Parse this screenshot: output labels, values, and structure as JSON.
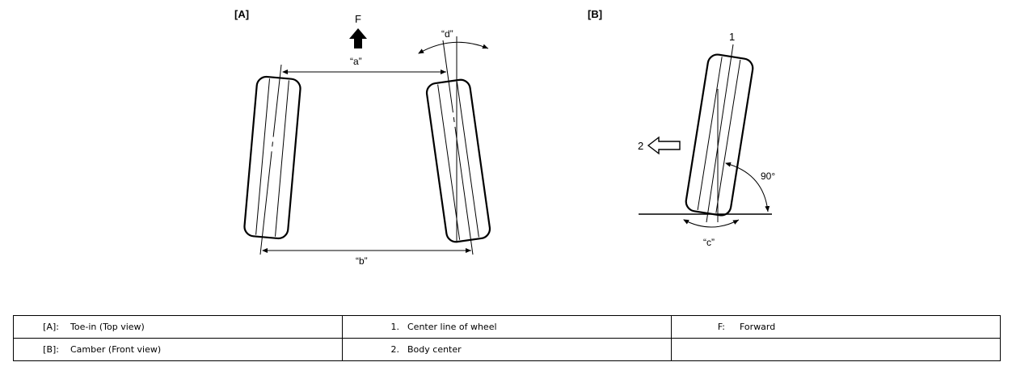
{
  "diagram": {
    "panel_a_label": "[A]",
    "panel_b_label": "[B]",
    "forward_label": "F",
    "dim_a": "“a”",
    "dim_b": "“b”",
    "dim_c": "“c”",
    "dim_d": "“d”",
    "center_line_num": "1",
    "body_center_num": "2",
    "angle_label": "90°"
  },
  "legend": {
    "rows": [
      [
        {
          "key": "[A]:",
          "text": "Toe-in (Top view)"
        },
        {
          "key": "1.",
          "text": "Center line of wheel"
        },
        {
          "key": "F:",
          "text": "Forward"
        }
      ],
      [
        {
          "key": "[B]:",
          "text": "Camber (Front view)"
        },
        {
          "key": "2.",
          "text": "Body center"
        },
        {
          "key": "",
          "text": ""
        }
      ]
    ]
  }
}
